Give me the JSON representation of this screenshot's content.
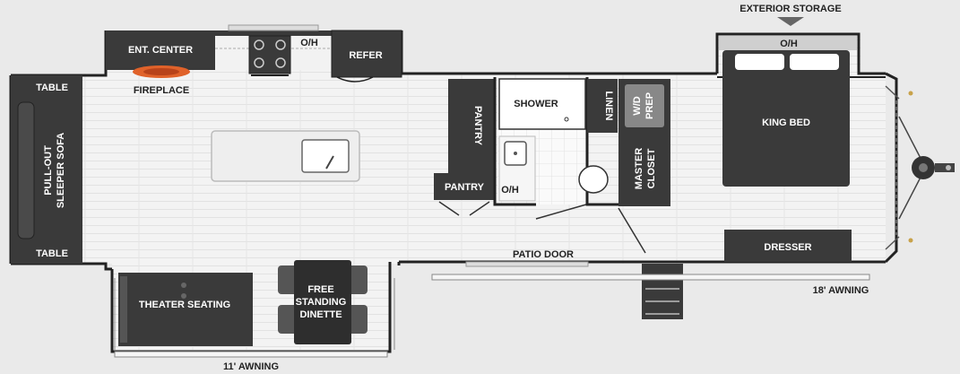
{
  "labels": {
    "exterior_storage": "EXTERIOR STORAGE",
    "oh_bedroom": "O/H",
    "ent_center": "ENT. CENTER",
    "oh_kitchen": "O/H",
    "refer": "REFER",
    "fireplace": "FIREPLACE",
    "table_top": "TABLE",
    "table_bottom": "TABLE",
    "sofa_line1": "PULL-OUT",
    "sofa_line2": "SLEEPER SOFA",
    "pantry_tall": "PANTRY",
    "pantry_small": "PANTRY",
    "shower": "SHOWER",
    "linen": "LINEN",
    "wd_line1": "W/D",
    "wd_line2": "PREP",
    "oh_bath": "O/H",
    "closet_line1": "MASTER",
    "closet_line2": "CLOSET",
    "king_bed": "KING BED",
    "dresser": "DRESSER",
    "patio_door": "PATIO DOOR",
    "awning_18": "18' AWNING",
    "theater_seating": "THEATER SEATING",
    "dinette_line1": "FREE",
    "dinette_line2": "STANDING",
    "dinette_line3": "DINETTE",
    "awning_11": "11' AWNING"
  },
  "colors": {
    "background": "#eaeaea",
    "floor": "#f4f4f4",
    "wall": "#222222",
    "cabinet": "#383838",
    "furniture": "#3a3a3a",
    "fireplace_flame": "#e0622a"
  }
}
